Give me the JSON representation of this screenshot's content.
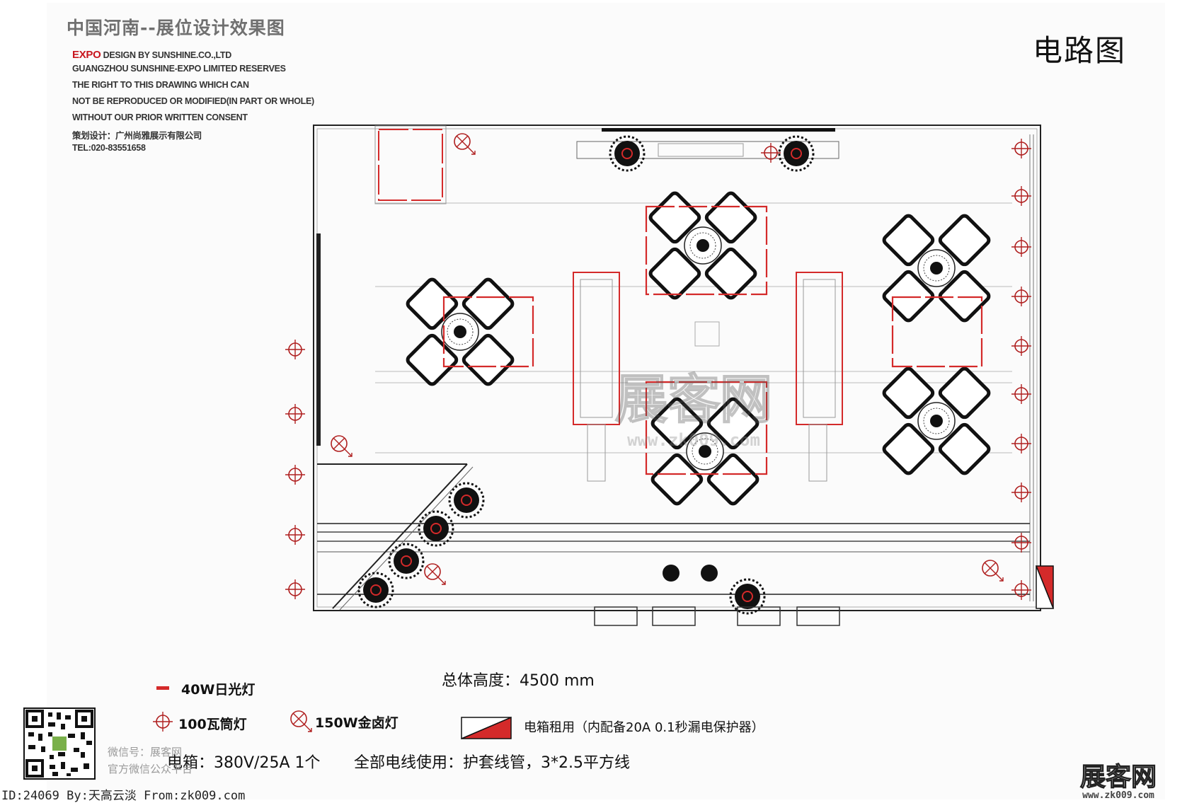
{
  "header": {
    "title": "中国河南--展位设计效果图",
    "company_prefix": "EXPO",
    "company_line": " DESIGN BY SUNSHINE.CO.,LTD",
    "rights_lines": [
      "GUANGZHOU SUNSHINE-EXPO LIMITED RESERVES",
      "THE RIGHT TO THIS DRAWING WHICH CAN",
      "NOT BE REPRODUCED OR MODIFIED(IN PART OR WHOLE)",
      "WITHOUT OUR PRIOR WRITTEN CONSENT"
    ],
    "planner": "策划设计：广州尚雅展示有限公司",
    "tel": "TEL:020-83551658"
  },
  "sheet_title": "电路图",
  "overall_height": "总体高度：4500 mm",
  "legend": {
    "fluorescent": "40W日光灯",
    "downlight": "100瓦筒灯",
    "halogen": "150W金卤灯",
    "electric_box": "电箱租用（内配备20A 0.1秒漏电保护器）"
  },
  "notes": {
    "power_box": "电箱：380V/25A  1个",
    "wiring": "全部电线使用：护套线管，3*2.5平方线"
  },
  "qr": {
    "caption_1": "微信号：展客网",
    "caption_2": "官方微信公众平台"
  },
  "watermark": {
    "brand": "展客网",
    "site": "www.zk009.com"
  },
  "footer": "ID:24069 By:天高云淡 From:zk009.com",
  "colors": {
    "fluorescent": "#d42a2a",
    "line": "#222222",
    "fascia": "#777777",
    "watermark": "#c0c0c0"
  },
  "icons": {
    "downlight": "crosshair-circle-icon",
    "halogen": "crossed-circle-arrow-icon",
    "electric_box": "red-triangle-box-icon",
    "plant": "potted-plant-icon",
    "table_set": "round-table-four-chairs-icon"
  }
}
